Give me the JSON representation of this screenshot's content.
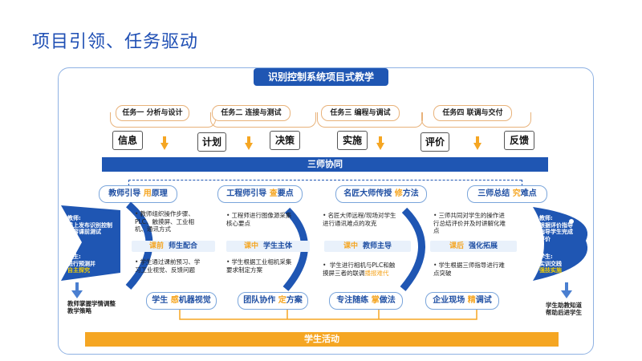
{
  "heading": "项目引领、任务驱动",
  "title": "识别控制系统项目式教学",
  "tasks": [
    {
      "label": "任务一 分析与设计"
    },
    {
      "label": "任务二 连接与测试"
    },
    {
      "label": "任务三 编程与调试"
    },
    {
      "label": "任务四 联调与交付"
    }
  ],
  "steps": [
    "信息",
    "计划",
    "决策",
    "实施",
    "评价",
    "反馈"
  ],
  "collab": "三师协同",
  "roles": [
    {
      "pre": "教师引导 ",
      "hl": "用",
      "post": "原理"
    },
    {
      "pre": "工程师引导 ",
      "hl": "查",
      "post": "要点"
    },
    {
      "pre": "名匠大师传授 ",
      "hl": "修",
      "post": "方法"
    },
    {
      "pre": "三师总结 ",
      "hl": "究",
      "post": "难点"
    }
  ],
  "columns": [
    {
      "top": "教师组织操作步骤、PLC、触摸屏、工业相机、通讯方式",
      "mid_hl": "课前",
      "mid": "师生配合",
      "bottom": "学生通过课前预习、学习工业视觉、反馈问题"
    },
    {
      "top": "工程师进行图像源采集核心要点",
      "mid_hl": "课中",
      "mid": "学生主体",
      "bottom": "学生根据工业相机采集要求制定方案"
    },
    {
      "top": "名匠大师远程/现场对学生进行通讯难点的攻克",
      "mid_hl": "课中",
      "mid": "教师主导",
      "bottom_pre": "学生进行相机与PLC和触摸屏三者的联调",
      "bottom_hl": "播报",
      "bottom_post": "难代"
    },
    {
      "top": "三师共同对学生的操作进行总结评价并及时讲解化难点",
      "mid_hl": "课后",
      "mid": "强化拓展",
      "bottom": "学生根据三师指导进行难点突破"
    }
  ],
  "bottom_boxes": [
    {
      "pre": "学生 ",
      "hl": "感",
      "post": "机器视觉"
    },
    {
      "pre": "团队协作 ",
      "hl": "定",
      "post": "方案"
    },
    {
      "pre": "专注随练 ",
      "hl": "掌",
      "post": "做法"
    },
    {
      "pre": "企业现场 ",
      "hl": "精",
      "post": "调试"
    }
  ],
  "left_fish": {
    "teacher_label": "教师:",
    "teacher_text": "线上发布识别控制内容课前测试",
    "student_label": "学生:",
    "student_text": "进行预测并",
    "student_hl": "自主探究"
  },
  "right_fish": {
    "teacher_label": "教师:",
    "teacher_text": "根据评价指导指导学生完成评价",
    "student_label": "学生:",
    "student_text": "实训交践",
    "student_hl": "强技实施"
  },
  "left_note": "教师掌握学情调整教学策略",
  "right_note": "学生助教知道帮助后进学生",
  "activity": "学生活动",
  "colors": {
    "primary_blue": "#1f56b3",
    "accent_orange": "#f5a623",
    "light_blue": "#7aa5db"
  }
}
